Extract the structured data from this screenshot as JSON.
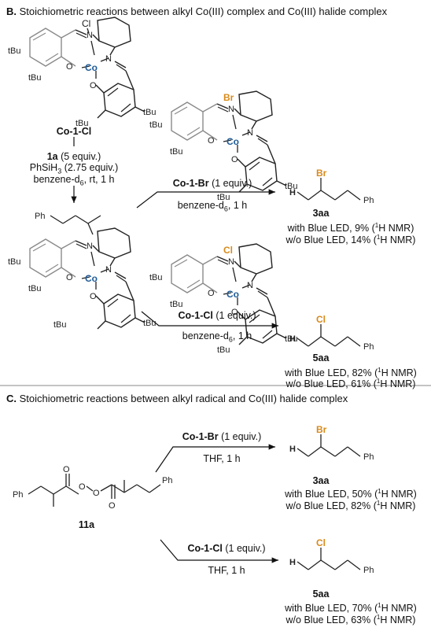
{
  "sectionB": {
    "letter": "B.",
    "title": "Stoichiometric reactions between alkyl Co(III) complex and Co(III) halide complex",
    "co1cl_label": "Co-1-Cl",
    "reagent_1a": "1a",
    "reagent_1a_amt": "(5 equiv.)",
    "reagent_silane": "PhSiH",
    "reagent_silane_sub": "3",
    "reagent_silane_amt": "(2.75 equiv.)",
    "solvent_cond": "benzene-d",
    "solvent_cond_sub": "6",
    "solvent_cond_tail": ", rt, 1 h",
    "rxn1": {
      "reagent": "Co-1-Br",
      "reagent_amt": "(1 equiv.)",
      "cond": "benzene-d",
      "cond_sub": "6",
      "cond_tail": ", 1 h",
      "product": "3aa",
      "yield1": "with Blue LED, 9% (",
      "yield2": "w/o Blue LED, 14% ("
    },
    "rxn2": {
      "reagent": "Co-1-Cl",
      "reagent_amt": "(1 equiv.)",
      "cond": "benzene-d",
      "cond_sub": "6",
      "cond_tail": ", 1 h",
      "product": "5aa",
      "yield1": "with Blue LED, 82% (",
      "yield2": "w/o Blue LED, 61% ("
    }
  },
  "sectionC": {
    "letter": "C.",
    "title": "Stoichiometric reactions between alkyl radical and Co(III) halide complex",
    "compound": "11a",
    "rxn1": {
      "reagent": "Co-1-Br",
      "reagent_amt": "(1 equiv.)",
      "cond": "THF, 1 h",
      "product": "3aa",
      "yield1": "with Blue LED, 50% (",
      "yield2": "w/o Blue LED, 82% ("
    },
    "rxn2": {
      "reagent": "Co-1-Cl",
      "reagent_amt": "(1 equiv.)",
      "cond": "THF, 1 h",
      "product": "5aa",
      "yield1": "with Blue LED, 70% (",
      "yield2": "w/o Blue LED, 63% ("
    }
  },
  "nmr_sup": "1",
  "nmr_text": "H NMR)",
  "atoms": {
    "co": "Co",
    "n": "N",
    "o": "O",
    "cl": "Cl",
    "br": "Br",
    "tbu": "tBu",
    "ph": "Ph",
    "h": "H"
  },
  "colors": {
    "cobalt": "#1f5c99",
    "halogen": "#d88a1a",
    "frame_gray": "#8a8a8a"
  }
}
